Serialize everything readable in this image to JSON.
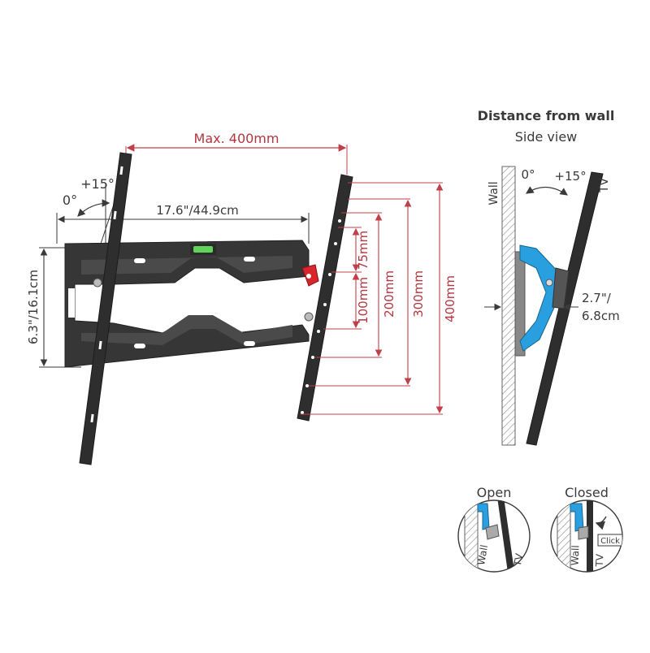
{
  "colors": {
    "dimension": "#c0404a",
    "metal": "#3a3a3a",
    "level_bubble": "#5fd35a",
    "latch": "#d8262d",
    "spacer_blue": "#2a9fe0",
    "wall_hatch": "#9a9a9a",
    "text": "#3a3a3a"
  },
  "front_view": {
    "max_width": "Max. 400mm",
    "plate_width": "17.6\"/44.9cm",
    "plate_height": "6.3\"/16.1cm",
    "tilt_max": "+15°",
    "tilt_min": "0°",
    "vesa_heights": [
      "75mm",
      "100mm",
      "200mm",
      "300mm",
      "400mm"
    ]
  },
  "side_view": {
    "title": "Distance from wall",
    "subtitle": "Side view",
    "tilt_min": "0°",
    "tilt_max": "+15°",
    "wall_label": "Wall",
    "tv_label": "TV",
    "distance_line1": "2.7\"/",
    "distance_line2": "6.8cm"
  },
  "lock_states": {
    "open": {
      "title": "Open",
      "wall": "Wall",
      "tv": "TV"
    },
    "closed": {
      "title": "Closed",
      "wall": "Wall",
      "tv": "TV",
      "click": "Click"
    }
  }
}
